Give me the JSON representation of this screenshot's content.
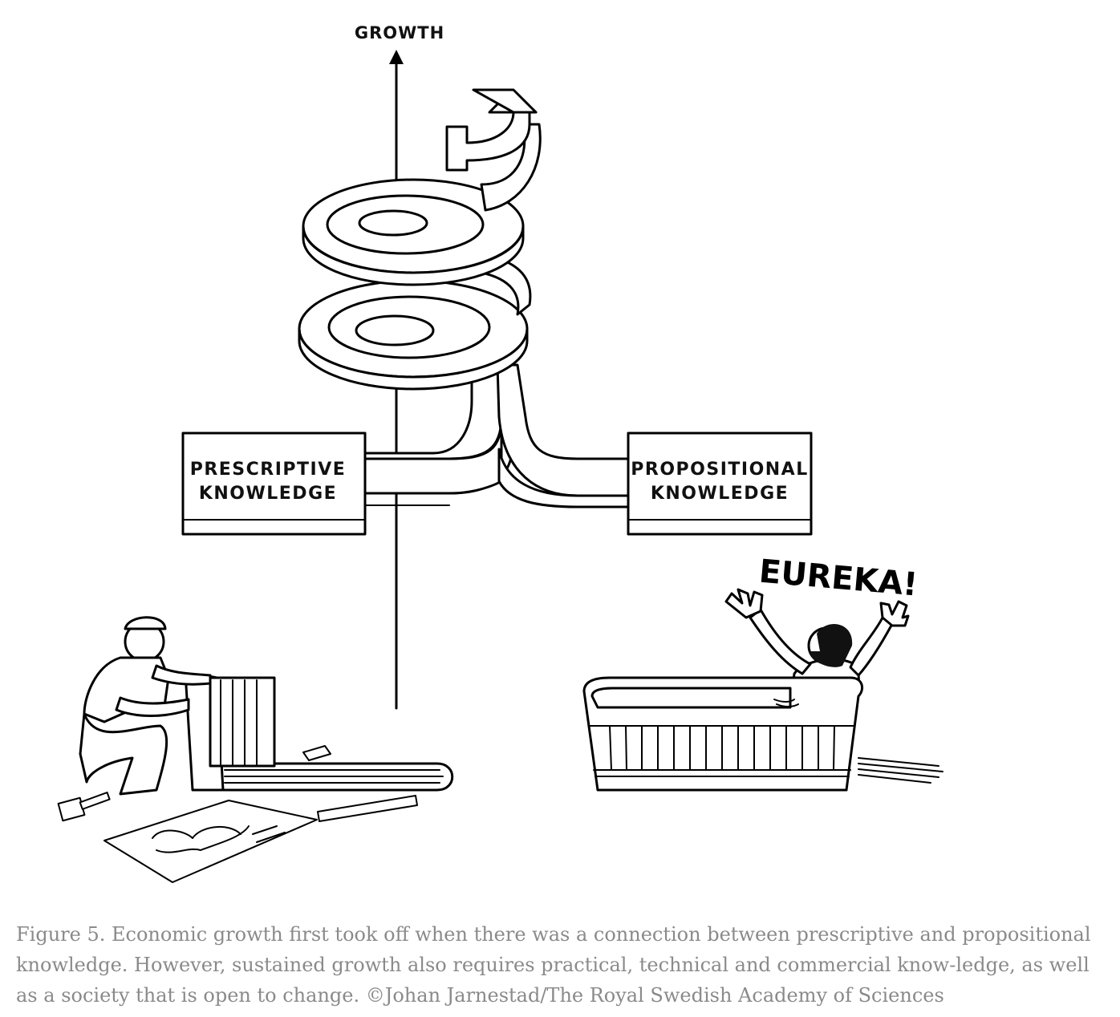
{
  "diagram": {
    "axis_label": "GROWTH",
    "left_box": {
      "line1": "PRESCRIPTIVE",
      "line2": "KNOWLEDGE"
    },
    "right_box": {
      "line1": "PROPOSITIONAL",
      "line2": "KNOWLEDGE"
    },
    "exclamation": "EUREKA!"
  },
  "caption": {
    "line1": "Figure 5. Economic growth first took off when there was a connection between prescriptive and propositional",
    "line2": "knowledge. However, sustained growth also requires practical, technical and commercial know-ledge, as well",
    "line3": "as a society that is open to change.  ©Johan Jarnestad/The Royal Swedish Academy of Sciences"
  }
}
